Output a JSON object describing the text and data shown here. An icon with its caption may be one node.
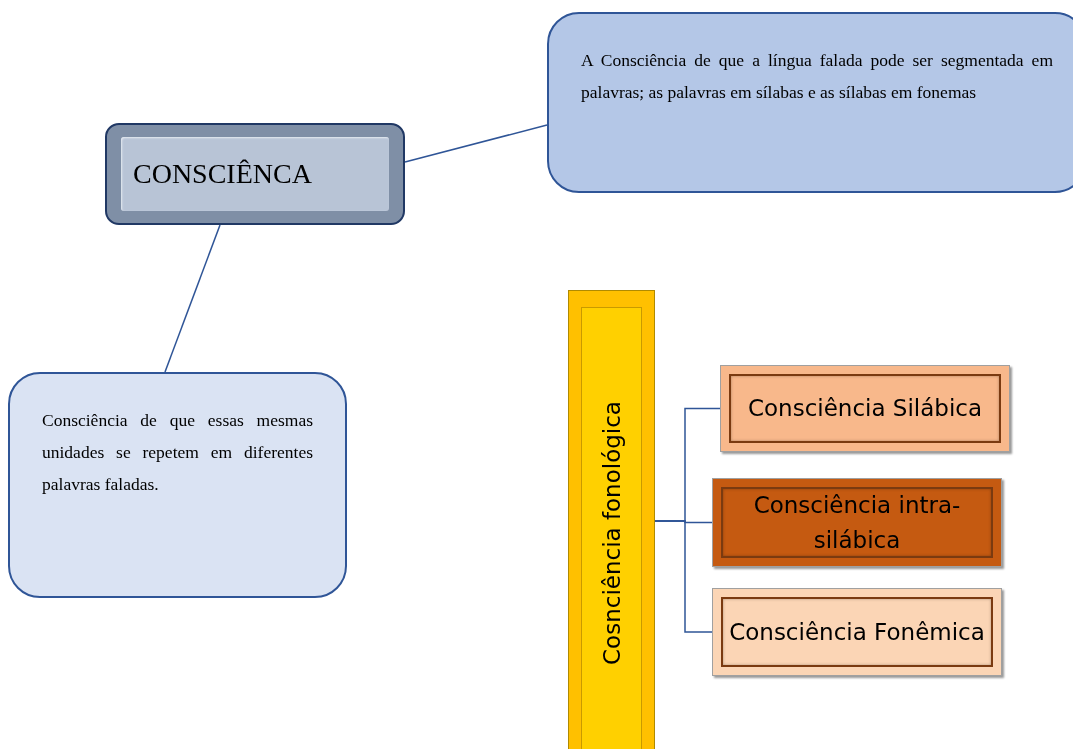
{
  "diagram": {
    "nodes": [
      {
        "text": [
          "CONSCIÊNCA"
        ]
      },
      {
        "text": [
          "A Consciência de que a língua falada pode ser segmentada em palavras; as palavras em sílabas e as sílabas em fonemas"
        ]
      },
      {
        "text": [
          "Consciência de que essas mesmas unidades se repetem em diferentes palavras faladas."
        ]
      },
      {
        "text": [
          "Cosnciência fonológica"
        ]
      },
      {
        "text": [
          "Consciência Silábica"
        ]
      },
      {
        "text": [
          "Consciência intra-silábica"
        ]
      },
      {
        "text": [
          "Consciência Fonêmica"
        ]
      }
    ],
    "edges": [
      {
        "from": 0,
        "to": 1,
        "arrow": "none"
      },
      {
        "from": 0,
        "to": 2,
        "arrow": "none"
      },
      {
        "from": 3,
        "to": 4,
        "arrow": "none"
      },
      {
        "from": 3,
        "to": 5,
        "arrow": "none"
      },
      {
        "from": 3,
        "to": 6,
        "arrow": "none"
      }
    ]
  }
}
